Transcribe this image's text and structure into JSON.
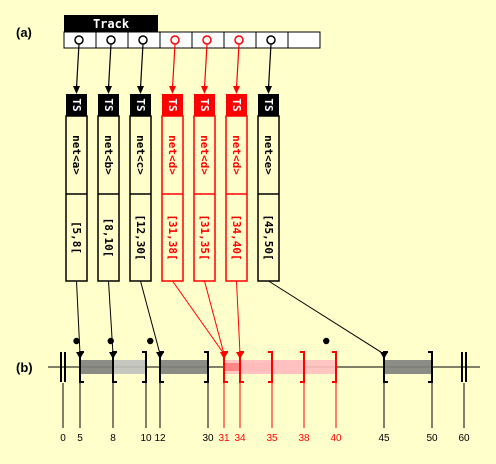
{
  "labels": {
    "part_a": "(a)",
    "part_b": "(b)"
  },
  "track": {
    "title": "Track",
    "slot_count": 8,
    "colored_slots": [
      {
        "slot": 0,
        "color": "black"
      },
      {
        "slot": 1,
        "color": "black"
      },
      {
        "slot": 2,
        "color": "black"
      },
      {
        "slot": 3,
        "color": "red"
      },
      {
        "slot": 4,
        "color": "red"
      },
      {
        "slot": 5,
        "color": "red"
      },
      {
        "slot": 6,
        "color": "black"
      }
    ]
  },
  "segments": [
    {
      "tag": "TS",
      "net": "net<a>",
      "range": "[5,8[",
      "color": "black",
      "start": 5,
      "end": 8
    },
    {
      "tag": "TS",
      "net": "net<b>",
      "range": "[8,10[",
      "color": "black",
      "start": 8,
      "end": 10
    },
    {
      "tag": "TS",
      "net": "net<c>",
      "range": "[12,30[",
      "color": "black",
      "start": 12,
      "end": 30
    },
    {
      "tag": "TS",
      "net": "net<d>",
      "range": "[31,38[",
      "color": "red",
      "start": 31,
      "end": 38
    },
    {
      "tag": "TS",
      "net": "net<d>",
      "range": "[31,35[",
      "color": "red",
      "start": 31,
      "end": 35
    },
    {
      "tag": "TS",
      "net": "net<d>",
      "range": "[34,40[",
      "color": "red",
      "start": 34,
      "end": 40
    },
    {
      "tag": "TS",
      "net": "net<e>",
      "range": "[45,50[",
      "color": "black",
      "start": 45,
      "end": 50
    }
  ],
  "axis": {
    "ticks": [
      {
        "value": 0,
        "label": "0",
        "color": "black"
      },
      {
        "value": 5,
        "label": "5",
        "color": "black"
      },
      {
        "value": 8,
        "label": "8",
        "color": "black"
      },
      {
        "value": 10,
        "label": "10",
        "color": "black"
      },
      {
        "value": 12,
        "label": "12",
        "color": "black"
      },
      {
        "value": 30,
        "label": "30",
        "color": "black"
      },
      {
        "value": 31,
        "label": "31",
        "color": "red"
      },
      {
        "value": 34,
        "label": "34",
        "color": "red"
      },
      {
        "value": 35,
        "label": "35",
        "color": "red"
      },
      {
        "value": 38,
        "label": "38",
        "color": "red"
      },
      {
        "value": 40,
        "label": "40",
        "color": "red"
      },
      {
        "value": 45,
        "label": "45",
        "color": "black"
      },
      {
        "value": 50,
        "label": "50",
        "color": "black"
      },
      {
        "value": 60,
        "label": "60",
        "color": "black"
      }
    ]
  },
  "colors": {
    "background": "#ffffcc",
    "black": "#000000",
    "red": "#ff0000",
    "dark_bar": "#808080",
    "light_bar": "#c0c0c0",
    "red_bar": "#ff8080",
    "red_bar_light": "#ffc0c0",
    "track_fill": "#ffffff"
  }
}
